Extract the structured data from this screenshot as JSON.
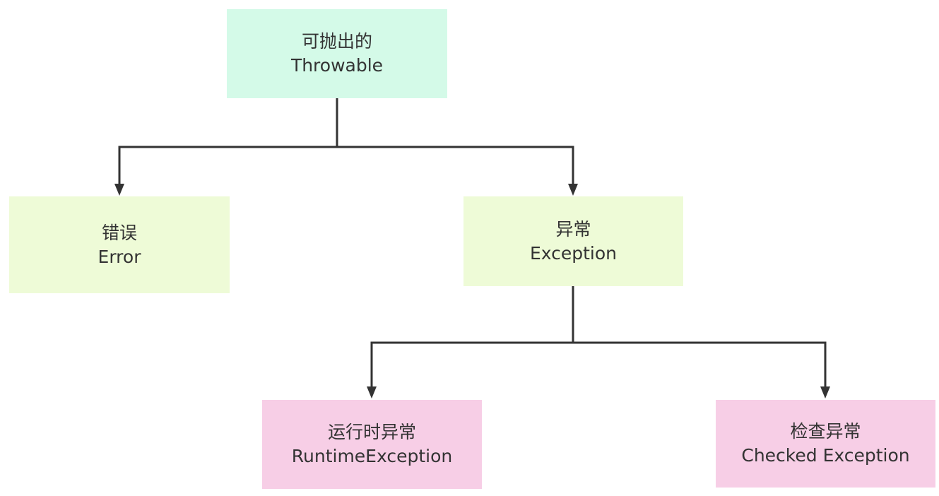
{
  "colors": {
    "connector": "#333333",
    "text": "#333333",
    "root_fill": "#d4fae8",
    "level1_fill": "#eefbd7",
    "level2_fill": "#f7cee6"
  },
  "nodes": {
    "throwable": {
      "label_zh": "可抛出的",
      "label_en": "Throwable"
    },
    "error": {
      "label_zh": "错误",
      "label_en": "Error"
    },
    "exception": {
      "label_zh": "异常",
      "label_en": "Exception"
    },
    "runtime_exception": {
      "label_zh": "运行时异常",
      "label_en": "RuntimeException"
    },
    "checked_exception": {
      "label_zh": "检查异常",
      "label_en": "Checked Exception"
    }
  }
}
